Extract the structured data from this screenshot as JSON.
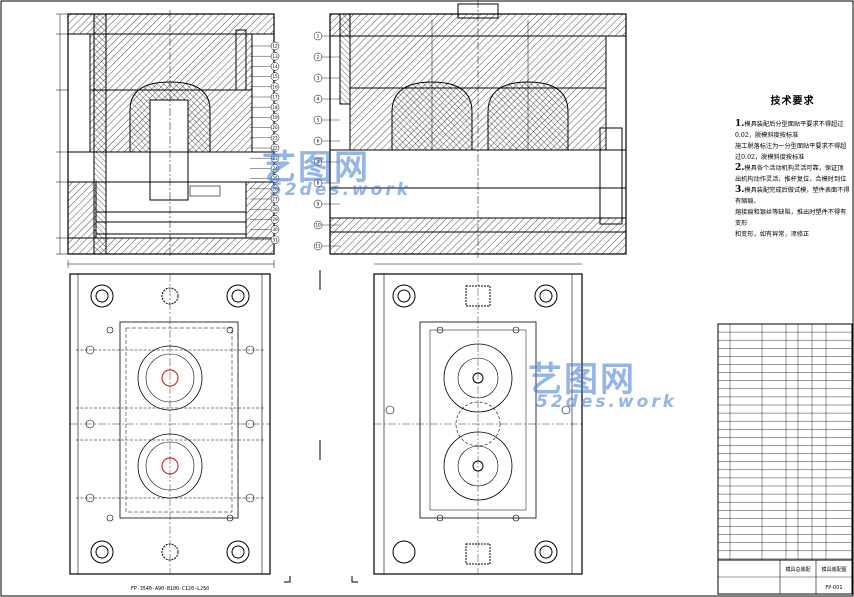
{
  "technical_requirements": {
    "title": "技术要求",
    "items": [
      {
        "num": "1.",
        "text": "模具装配后分型面贴平要求不得超过0.02，脱模斜度按标准"
      },
      {
        "num": "",
        "text": "施工脱落标注为一分型面贴平要求不得超过0.02，脱模斜度按标准"
      },
      {
        "num": "2.",
        "text": "模具各个活动机构灵活可靠，保证顶"
      },
      {
        "num": "",
        "text": "出机构动作灵活，推杆复位，合模时到位"
      },
      {
        "num": "3.",
        "text": "模具装配完成后做试模，塑件表面不得有缩痕、"
      },
      {
        "num": "",
        "text": "熔接痕和银丝等缺陷，推出时塑件不得有变形"
      },
      {
        "num": "",
        "text": "和变形，如有异常，须修正"
      }
    ]
  },
  "bottom_dimension": "FP-3540-A90-B100-C120-L250",
  "watermark": {
    "brand": "艺图网",
    "url": "52des.work"
  },
  "title_block": {
    "material": "模具总装配",
    "drawing_name": "模具装配图",
    "drawing_no": "FP-001"
  },
  "balloon_labels_left": [
    "12",
    "13",
    "14",
    "15",
    "16",
    "17",
    "18",
    "19",
    "20",
    "21",
    "22",
    "23",
    "24",
    "25",
    "26",
    "27",
    "28",
    "29",
    "30",
    "31"
  ],
  "balloon_labels_right": [
    "1",
    "2",
    "3",
    "4",
    "5",
    "6",
    "7",
    "8",
    "9",
    "10",
    "11"
  ],
  "colors": {
    "line": "#000000",
    "hatch": "#000000",
    "watermark": "#3c78d2"
  }
}
